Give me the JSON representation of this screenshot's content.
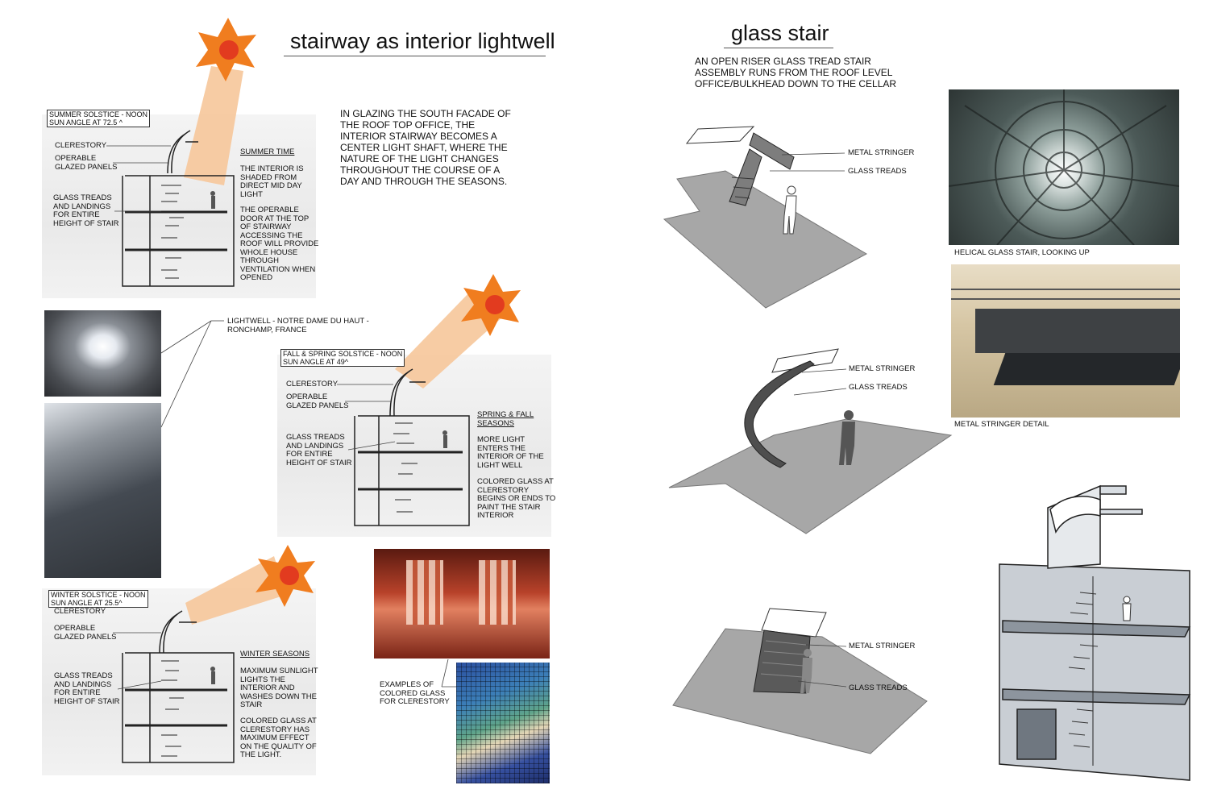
{
  "left": {
    "title": "stairway as interior lightwell",
    "intro": "IN GLAZING THE SOUTH FACADE OF\nTHE ROOF TOP OFFICE, THE\nINTERIOR STAIRWAY BECOMES A\nCENTER LIGHT SHAFT, WHERE THE\nNATURE OF THE LIGHT CHANGES\nTHROUGHOUT THE COURSE OF A\nDAY AND THROUGH THE SEASONS.",
    "summer": {
      "box": "SUMMER SOLSTICE - NOON\nSUN ANGLE AT 72.5 ^",
      "clerestory": "CLERESTORY",
      "panels": "OPERABLE\nGLAZED PANELS",
      "treads": "GLASS TREADS\nAND LANDINGS\nFOR ENTIRE\nHEIGHT OF STAIR",
      "heading": "SUMMER TIME",
      "note1": "THE INTERIOR IS\nSHADED FROM\nDIRECT MID DAY\nLIGHT",
      "note2": "THE OPERABLE\nDOOR AT THE TOP\nOF STAIRWAY\nACCESSING THE\nROOF WILL PROVIDE\nWHOLE HOUSE\nTHROUGH\nVENTILATION WHEN\nOPENED"
    },
    "fall": {
      "box": "FALL & SPRING SOLSTICE - NOON\nSUN ANGLE AT 49^",
      "clerestory": "CLERESTORY",
      "panels": "OPERABLE\nGLAZED PANELS",
      "treads": "GLASS TREADS\nAND LANDINGS\nFOR ENTIRE\nHEIGHT OF STAIR",
      "heading": "SPRING & FALL\nSEASONS",
      "note1": "MORE LIGHT\nENTERS THE\nINTERIOR OF THE\nLIGHT WELL",
      "note2": "COLORED GLASS AT\nCLERESTORY\nBEGINS OR ENDS TO\nPAINT THE STAIR\nINTERIOR"
    },
    "winter": {
      "box": "WINTER SOLSTICE - NOON\nSUN ANGLE AT 25.5^",
      "clerestory": "CLERESTORY",
      "panels": "OPERABLE\nGLAZED PANELS",
      "treads": "GLASS TREADS\nAND LANDINGS\nFOR ENTIRE\nHEIGHT OF STAIR",
      "heading": "WINTER SEASONS",
      "note1": "MAXIMUM SUNLIGHT\nLIGHTS THE\nINTERIOR AND\nWASHES DOWN THE\nSTAIR",
      "note2": "COLORED GLASS AT\nCLERESTORY HAS\nMAXIMUM  EFFECT\nON THE QUALITY OF\nTHE LIGHT."
    },
    "lightwell_caption": "LIGHTWELL - NOTRE DAME DU HAUT -\nRONCHAMP, FRANCE",
    "colored_glass_caption": "EXAMPLES OF\nCOLORED GLASS\nFOR CLERESTORY"
  },
  "right": {
    "title": "glass stair",
    "intro": "AN OPEN RISER GLASS TREAD STAIR\nASSEMBLY RUNS FROM THE ROOF LEVEL\nOFFICE/BULKHEAD DOWN TO THE CELLAR",
    "stringer_label": "METAL STRINGER",
    "treads_label": "GLASS TREADS",
    "photo1_caption": "HELICAL GLASS STAIR, LOOKING UP",
    "photo2_caption": "METAL STRINGER DETAIL"
  },
  "colors": {
    "sun_star": "#f07d1f",
    "sun_core": "#e23b1f",
    "sun_ray": "#f6c79a",
    "plane_gray": "#a7a7a7"
  }
}
